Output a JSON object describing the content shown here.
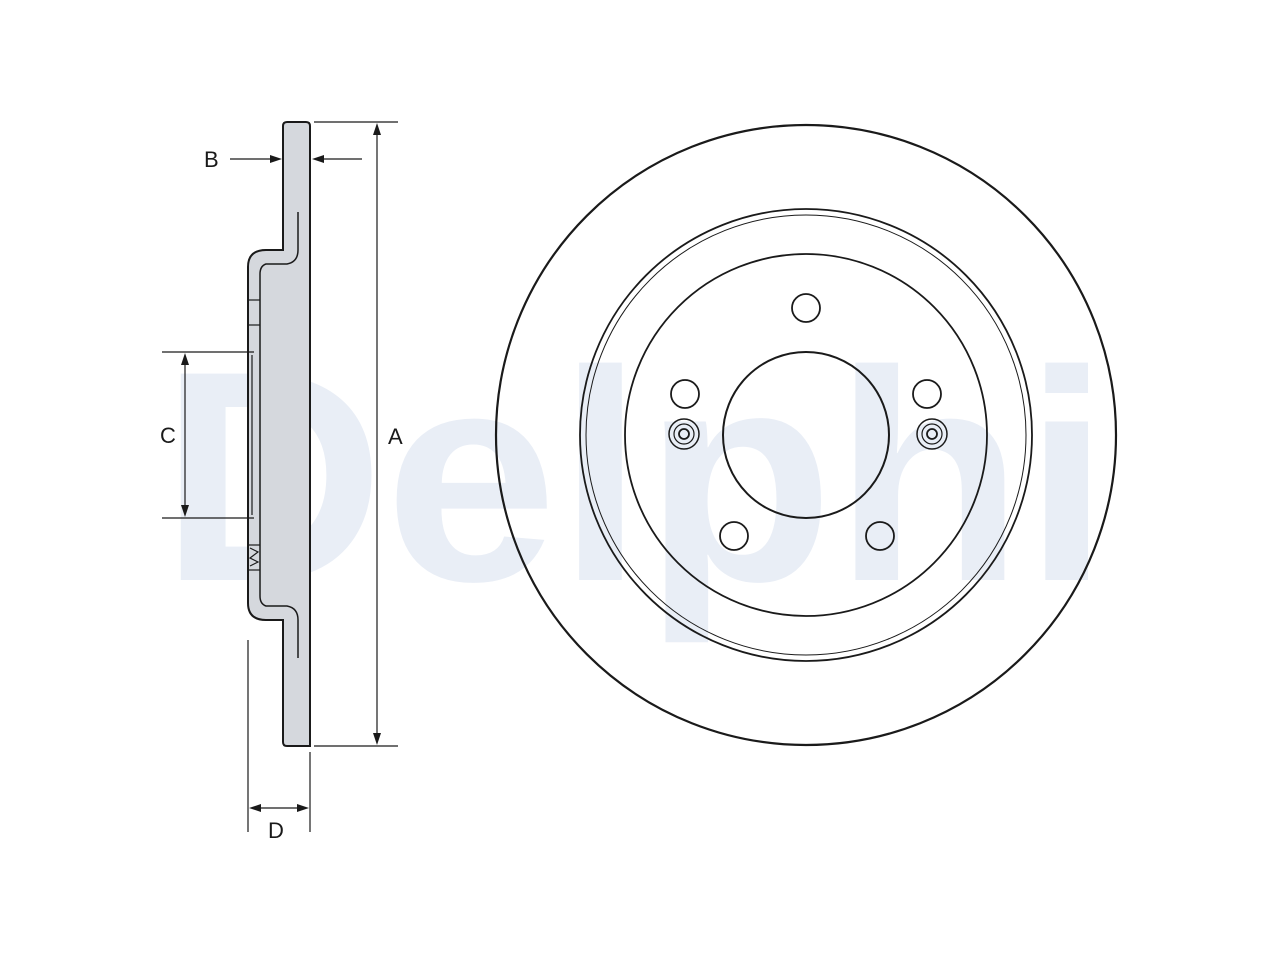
{
  "watermark": {
    "brand": "Delphi"
  },
  "dimensions": {
    "A": "A",
    "B": "B",
    "C": "C",
    "D": "D"
  },
  "colors": {
    "line": "#1a1a1a",
    "fill": "#d5d8dd",
    "watermark": "#e9eef6"
  }
}
